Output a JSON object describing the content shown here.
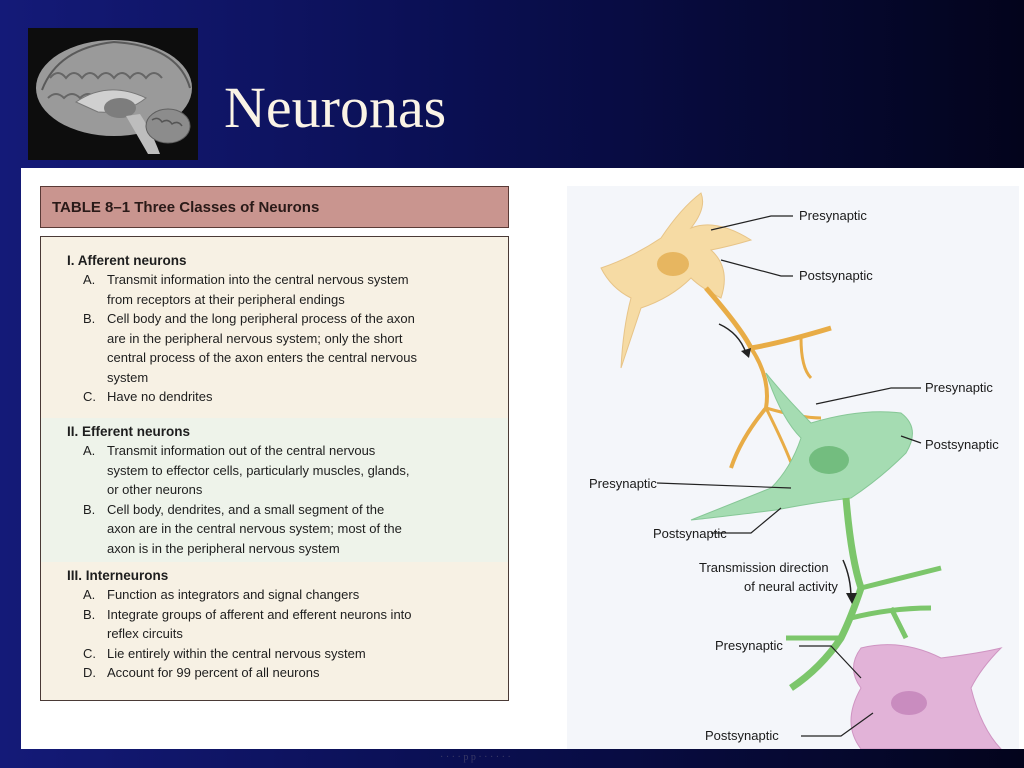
{
  "slide": {
    "title": "Neuronas",
    "footer": "· · · ·  p  p ·  ·  · · · ·"
  },
  "brain_image": {
    "icon": "brain-sagittal-image"
  },
  "table": {
    "header": "TABLE 8–1  Three Classes of Neurons",
    "sections": [
      {
        "title": "I. Afferent neurons",
        "items": [
          {
            "letter": "A.",
            "text": "Transmit information into the central nervous system\nfrom receptors at their peripheral endings"
          },
          {
            "letter": "B.",
            "text": "Cell body and the long peripheral process of the axon\nare in the peripheral nervous system; only the short\ncentral process of the axon enters the central nervous\nsystem"
          },
          {
            "letter": "C.",
            "text": "Have no dendrites"
          }
        ]
      },
      {
        "title": "II. Efferent neurons",
        "items": [
          {
            "letter": "A.",
            "text": "Transmit information out of the central nervous\nsystem to effector cells, particularly muscles, glands,\nor other neurons"
          },
          {
            "letter": "B.",
            "text": "Cell body, dendrites, and a small segment of the\naxon are in the central nervous system; most of the\naxon is in the peripheral nervous system"
          }
        ]
      },
      {
        "title": "III. Interneurons",
        "items": [
          {
            "letter": "A.",
            "text": "Function as integrators and signal changers"
          },
          {
            "letter": "B.",
            "text": "Integrate groups of afferent and efferent neurons into\nreflex circuits"
          },
          {
            "letter": "C.",
            "text": "Lie entirely within the central nervous system"
          },
          {
            "letter": "D.",
            "text": "Account for 99 percent of all neurons"
          }
        ]
      }
    ]
  },
  "diagram": {
    "labels": {
      "presynaptic_1": "Presynaptic",
      "postsynaptic_1": "Postsynaptic",
      "presynaptic_2": "Presynaptic",
      "postsynaptic_2": "Postsynaptic",
      "presynaptic_3": "Presynaptic",
      "postsynaptic_3": "Postsynaptic",
      "transmission_line1": "Transmission direction",
      "transmission_line2": "of neural activity",
      "presynaptic_4": "Presynaptic",
      "postsynaptic_4": "Postsynaptic"
    },
    "colors": {
      "neuron_orange": "#f6dba4",
      "neuron_orange_axon": "#e8ac46",
      "neuron_green": "#a5dcb2",
      "neuron_green_axon": "#7cc66b",
      "neuron_pink": "#e2b3d8"
    }
  }
}
